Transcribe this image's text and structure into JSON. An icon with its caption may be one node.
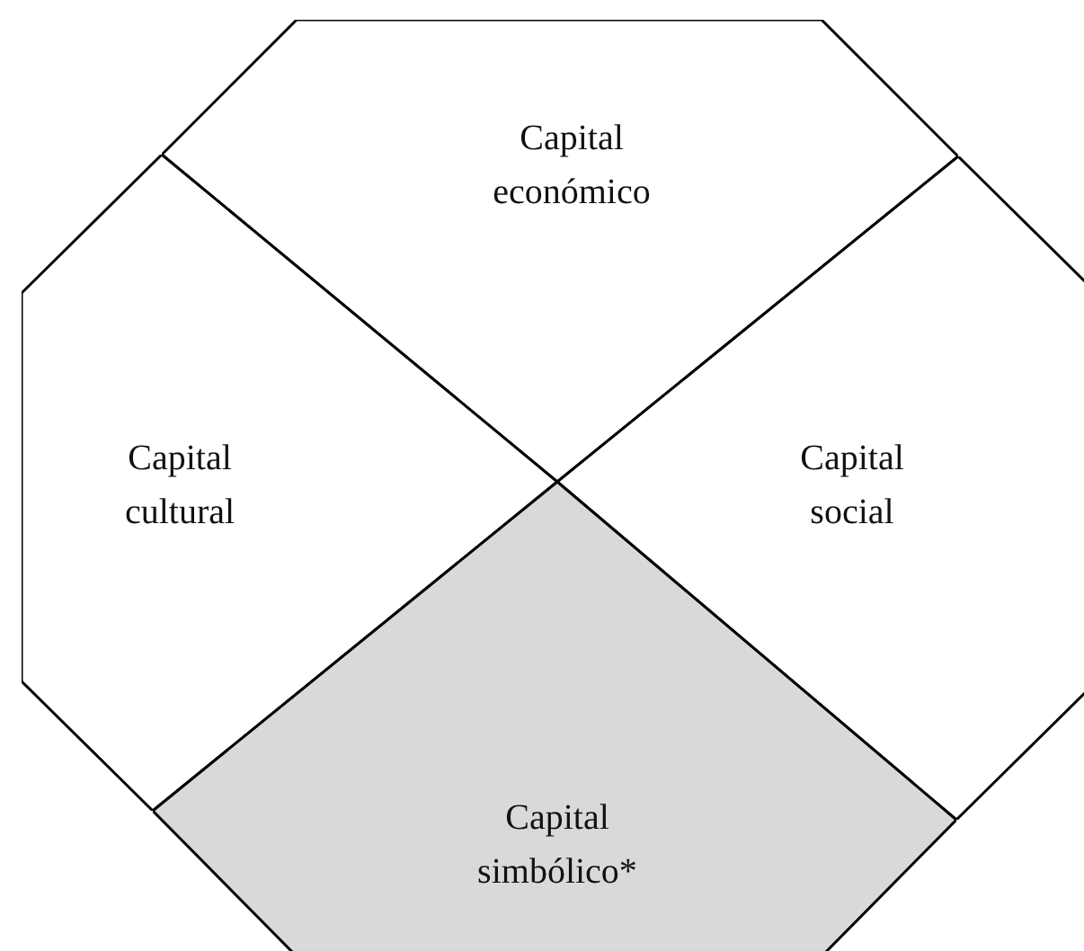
{
  "diagram": {
    "nodes": [
      {
        "text": [
          "Capital económico"
        ]
      },
      {
        "text": [
          "Capital cultural"
        ]
      },
      {
        "text": [
          "Capital social"
        ]
      },
      {
        "text": [
          "Capital simbólico*"
        ]
      }
    ]
  }
}
